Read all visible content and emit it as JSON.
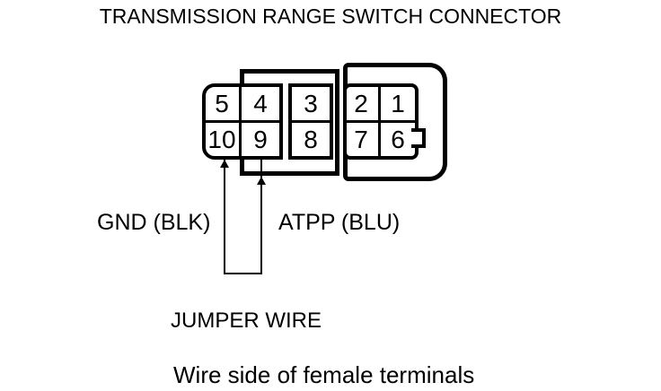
{
  "title": "TRANSMISSION RANGE SWITCH CONNECTOR",
  "connector": {
    "pins": {
      "p1": "1",
      "p2": "2",
      "p3": "3",
      "p4": "4",
      "p5": "5",
      "p6": "6",
      "p7": "7",
      "p8": "8",
      "p9": "9",
      "p10": "10"
    }
  },
  "wire_labels": {
    "gnd": "GND (BLK)",
    "atpp": "ATPP (BLU)"
  },
  "jumper_label": "JUMPER WIRE",
  "caption": "Wire side of female terminals",
  "colors": {
    "line": "#000000",
    "background": "#ffffff"
  }
}
